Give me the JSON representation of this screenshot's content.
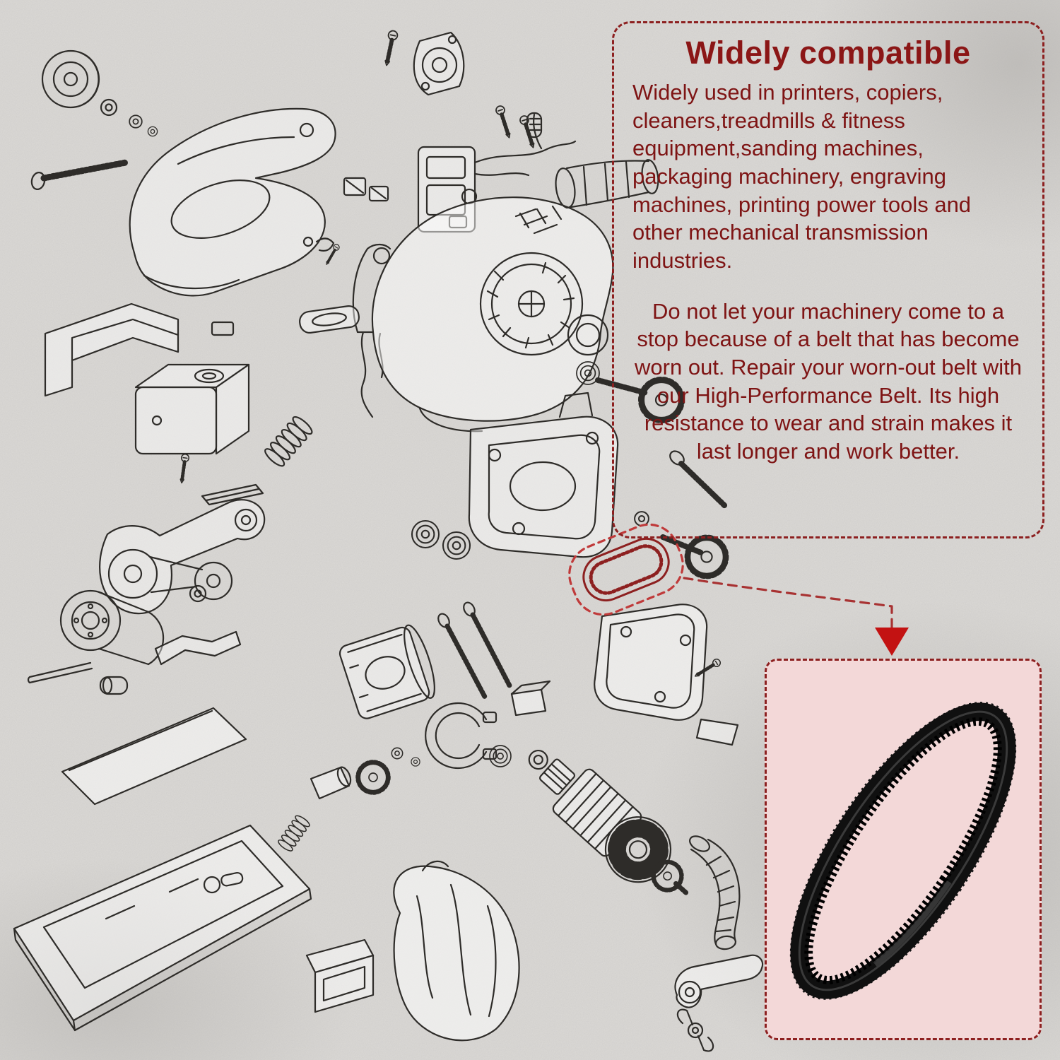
{
  "info_box": {
    "title": "Widely compatible",
    "paragraph1": "Widely used in printers, copiers, cleaners,treadmills & fitness equipment,sanding machines, packaging machinery, engraving machines, printing power tools and other mechanical transmission industries.",
    "paragraph2": "Do not let your machinery come to a stop because of a belt that has become worn out. Repair your worn-out belt with our High-Performance Belt. Its high resistance to wear and strain makes it last longer and work better."
  },
  "diagram": {
    "type": "exploded-parts-diagram",
    "subject": "belt sander",
    "highlighted_part": "drive belt"
  },
  "callout": {
    "style": "dashed-line",
    "arrow": "down"
  },
  "product_image": {
    "subject": "rubber timing drive belt"
  },
  "colors": {
    "background": "#dcdad7",
    "accent_dark_red": "#8d2020",
    "text_red": "#7e1414",
    "title_red": "#8b1616",
    "arrow_red": "#c31212",
    "highlight_red": "#c03a3a",
    "product_box_bg": "#f3d8d8",
    "line_art": "#2e2c29",
    "belt_black": "#101010"
  }
}
